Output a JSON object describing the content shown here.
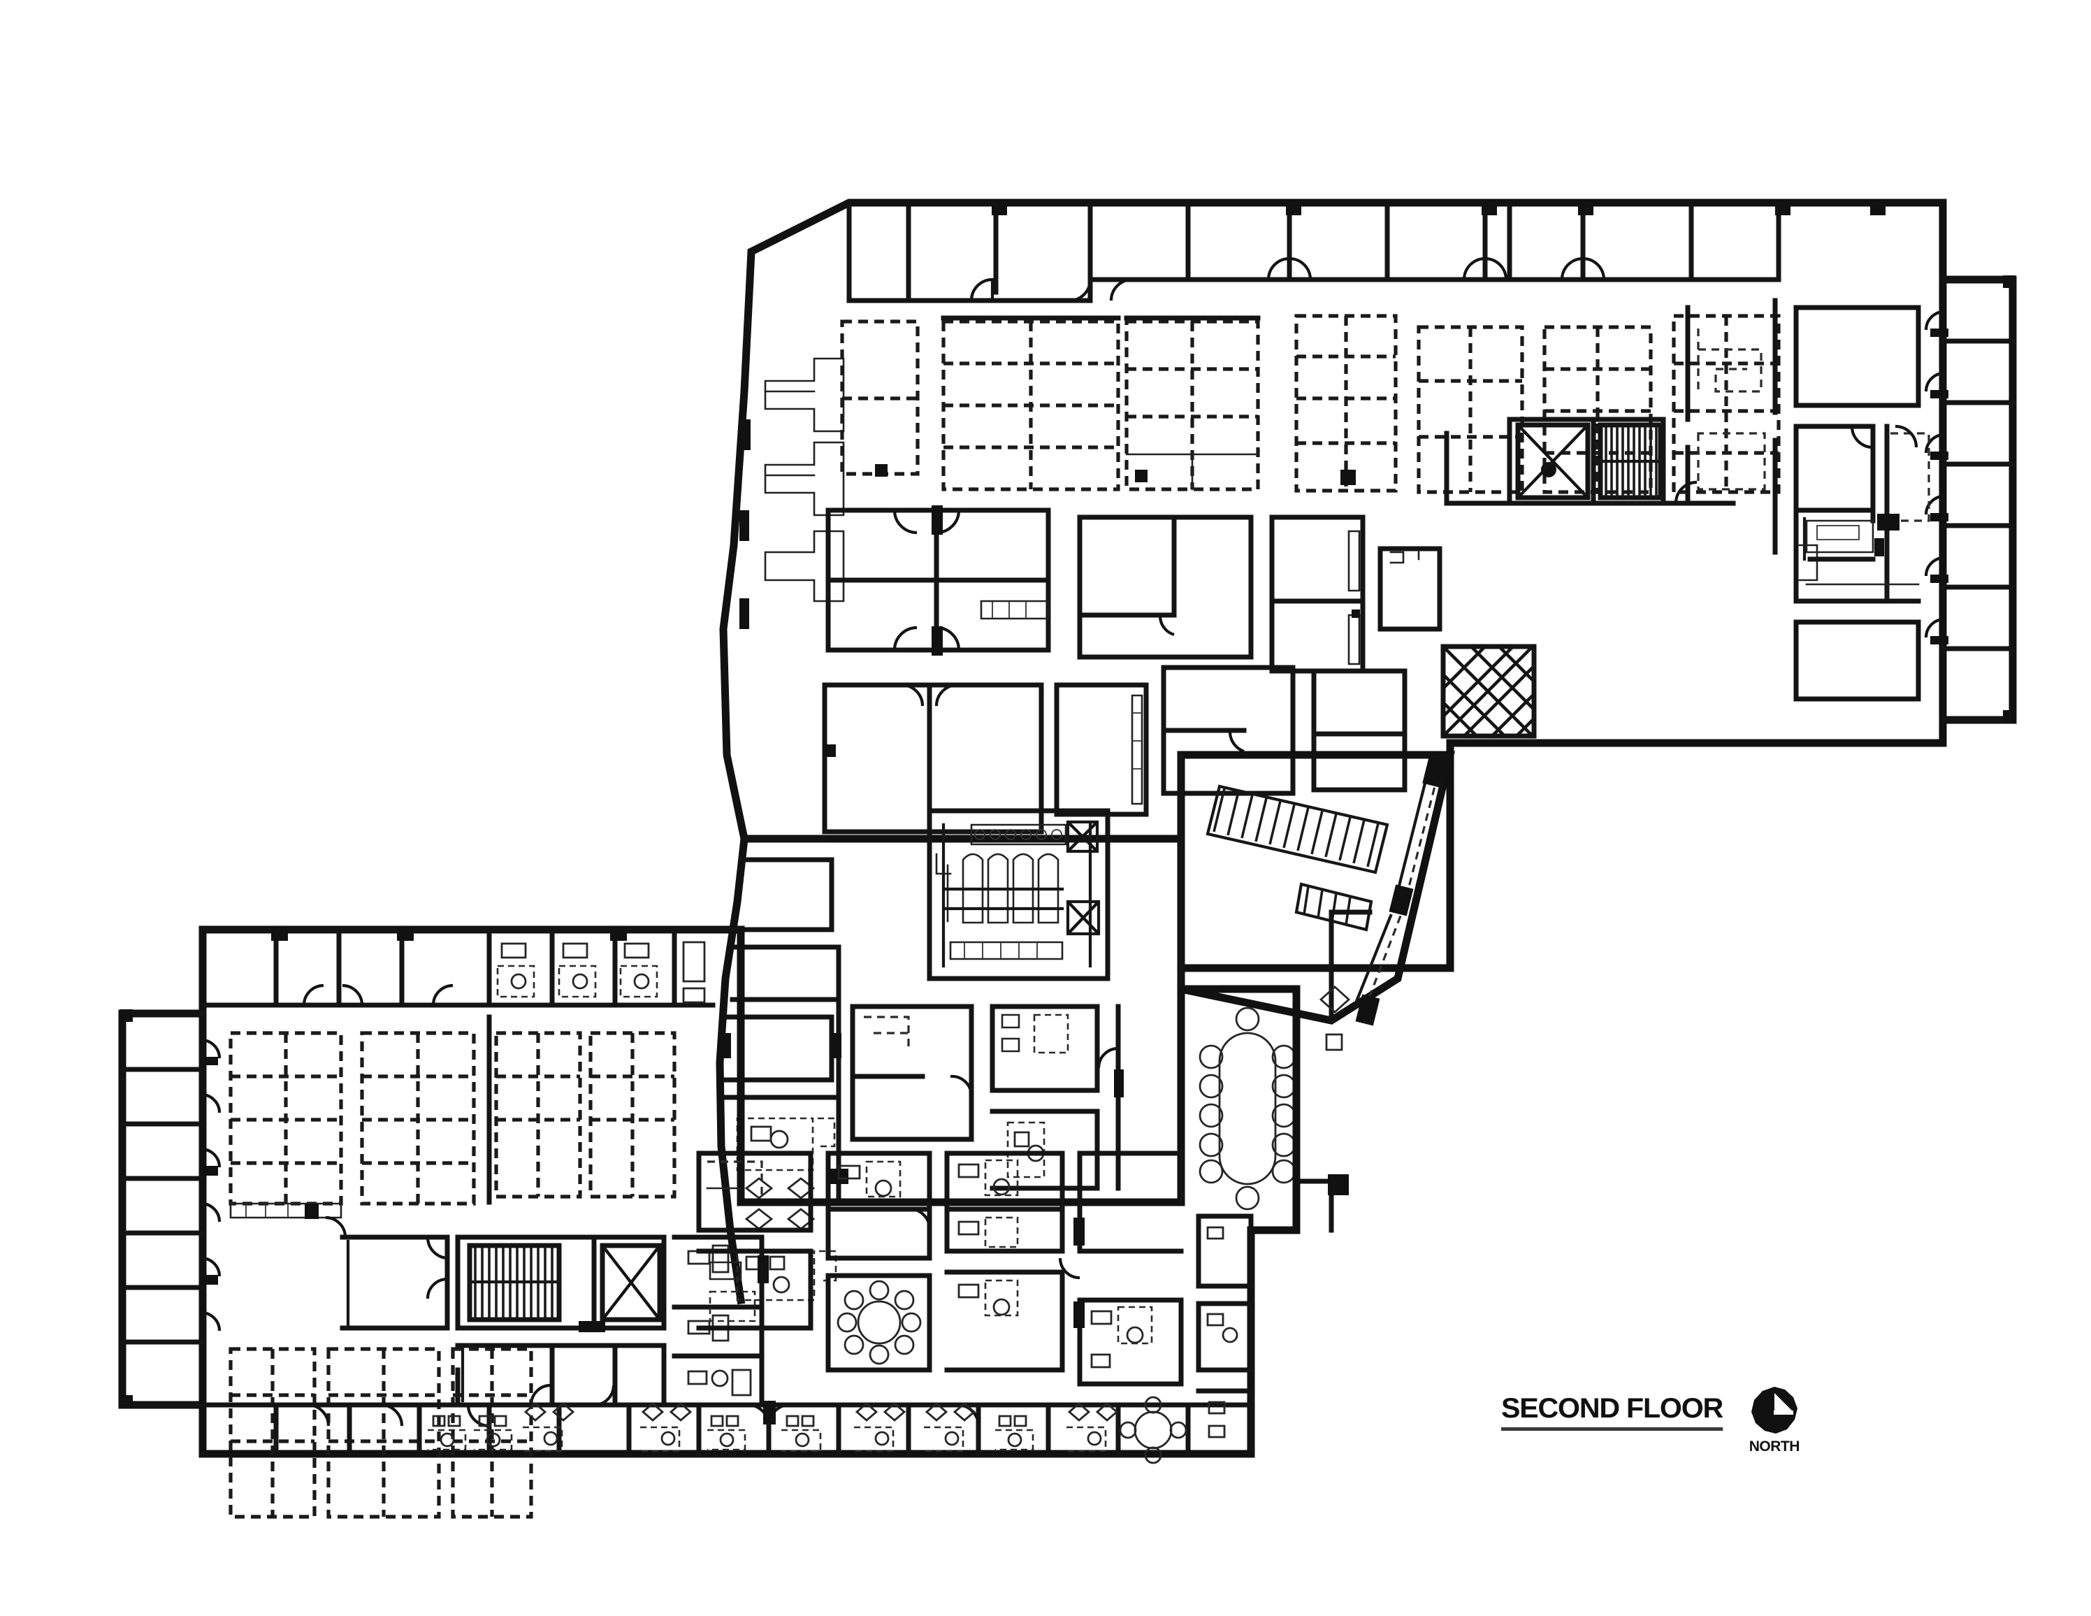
{
  "sheet": {
    "drawing_type": "architectural-floor-plan",
    "background_color": "#ffffff",
    "ink_color": "#111111"
  },
  "titleblock": {
    "title": "SECOND FLOOR",
    "north_label": "NORTH",
    "north_icon": "north-arrow-logo"
  },
  "plan": {
    "wings": [
      {
        "name": "north-wing",
        "description": "Upper right L-arm containing perimeter private offices, open-plan workstation clusters, and a service core with stair and elevator."
      },
      {
        "name": "east-wing",
        "description": "Far right block of perimeter offices around large interior rooms, restroom core and a cross-hatched mechanical shaft."
      },
      {
        "name": "link",
        "description": "Central connector with curved west wall, lab/mechanical room, angled atrium with monumental stair, and conference areas."
      },
      {
        "name": "south-wing",
        "description": "Lower left L-arm with west perimeter offices, two banks of open workstation grids, central core with stair and elevator, and a south row of furnished private offices."
      }
    ],
    "symbols": [
      {
        "name": "stair",
        "note": "parallel tread lines with centre landing line",
        "count": 3
      },
      {
        "name": "elevator-shaft",
        "note": "rectangle with single X",
        "count": 2
      },
      {
        "name": "mechanical-shaft",
        "note": "square with diagonal cross hatching",
        "count": 1
      },
      {
        "name": "door-swing",
        "note": "quarter arc at wall opening"
      },
      {
        "name": "workstation-cluster",
        "note": "dashed rectangle subdivided into cubicle grid"
      },
      {
        "name": "column",
        "note": "small solid square at structural grid point"
      },
      {
        "name": "conference-table-oval",
        "count": 1
      },
      {
        "name": "conference-table-round",
        "count": 1
      },
      {
        "name": "desk-and-chair",
        "note": "dashed desk outline with chair and guest seats"
      }
    ]
  }
}
